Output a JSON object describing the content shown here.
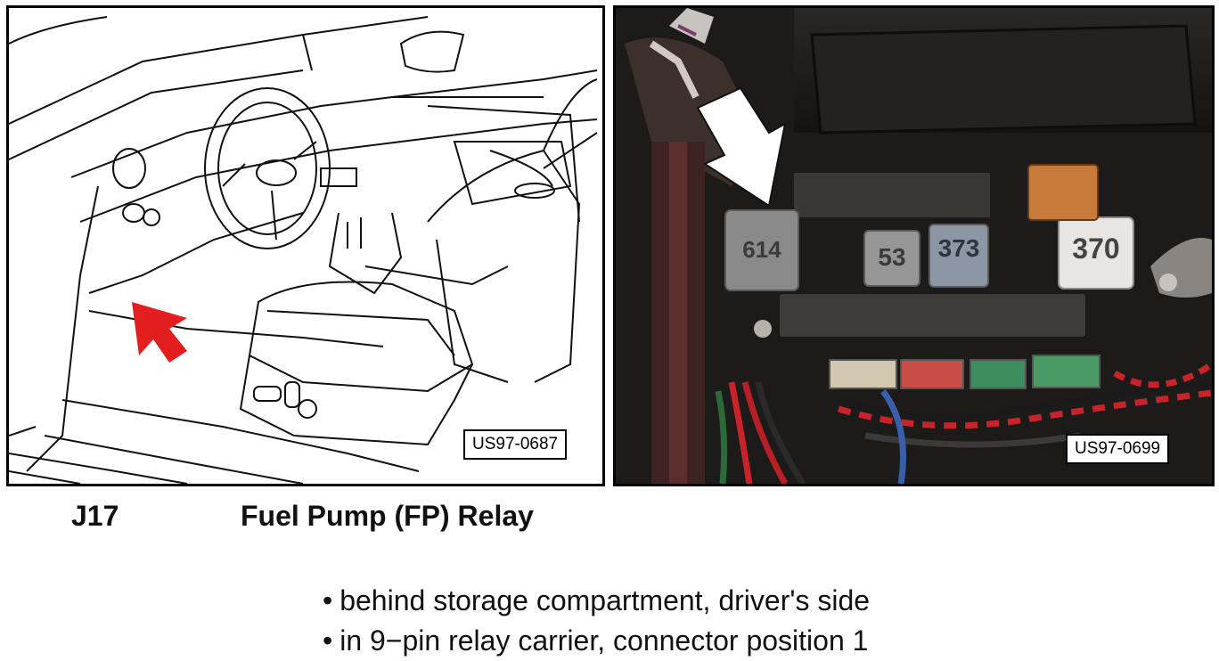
{
  "figures": {
    "left_id": "US97-0687",
    "right_id": "US97-0699"
  },
  "relays": {
    "r1": "614",
    "r2": "53",
    "r3": "373",
    "r4": "370"
  },
  "caption": {
    "code": "J17",
    "name": "Fuel Pump (FP) Relay"
  },
  "notes": [
    {
      "bullet": "•",
      "text": "behind storage compartment, driver's side"
    },
    {
      "bullet": "•",
      "text": "in 9−pin relay carrier, connector position 1"
    }
  ],
  "colors": {
    "arrow_red": "#e31e1e",
    "arrow_white": "#ffffff"
  }
}
